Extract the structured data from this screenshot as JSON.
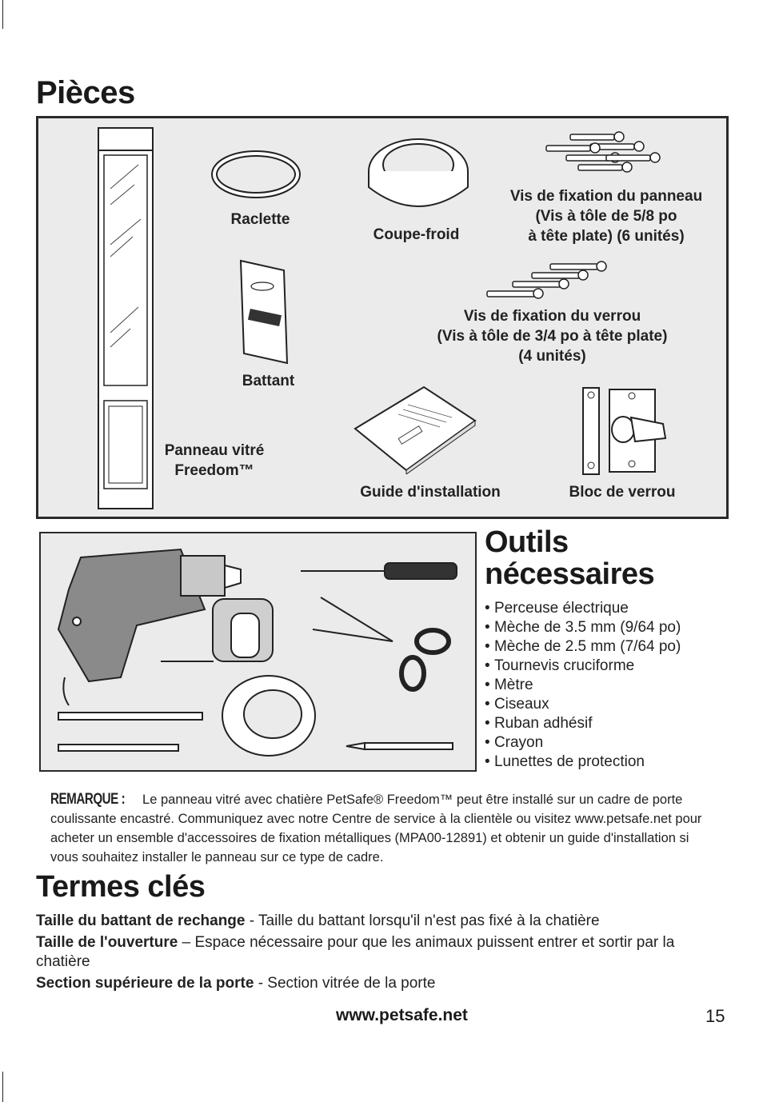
{
  "pieces": {
    "title": "Pièces",
    "raclette": "Raclette",
    "coupe_froid": "Coupe-froid",
    "vis_panneau": [
      "Vis de fixation du panneau",
      "(Vis à tôle de 5/8 po",
      "à tête plate) (6 unités)"
    ],
    "battant": "Battant",
    "vis_verrou": [
      "Vis de fixation du verrou",
      "(Vis à tôle de 3/4 po à tête plate)",
      "(4 unités)"
    ],
    "panneau": [
      "Panneau vitré",
      "Freedom™"
    ],
    "guide": "Guide d'installation",
    "bloc": "Bloc de verrou"
  },
  "outils": {
    "title_line1": "Outils",
    "title_line2": "nécessaires",
    "items": [
      "Perceuse électrique",
      "Mèche de 3.5 mm (9/64 po)",
      "Mèche de 2.5 mm (7/64 po)",
      "Tournevis cruciforme",
      "Mètre",
      "Ciseaux",
      "Ruban adhésif",
      "Crayon",
      "Lunettes de protection"
    ]
  },
  "note": {
    "keyword": "REMARQUE :",
    "text": "Le panneau vitré avec chatière PetSafe® Freedom™ peut être installé sur un cadre de porte coulissante encastré. Communiquez avec notre Centre de service à la clientèle ou visitez www.petsafe.net pour acheter un ensemble d'accessoires de fixation métalliques (MPA00-12891) et obtenir un guide d'installation si vous souhaitez installer le panneau sur ce type de cadre."
  },
  "termes": {
    "title": "Termes clés",
    "items": [
      {
        "term": "Taille du battant de rechange",
        "def": " - Taille du battant lorsqu'il n'est pas fixé à la chatière"
      },
      {
        "term": "Taille de l'ouverture",
        "def": " – Espace nécessaire pour que les animaux puissent entrer et sortir par la chatière"
      },
      {
        "term": "Section supérieure de la porte",
        "def": " - Section vitrée de la porte"
      }
    ]
  },
  "footer": {
    "url": "www.petsafe.net",
    "page": "15"
  }
}
